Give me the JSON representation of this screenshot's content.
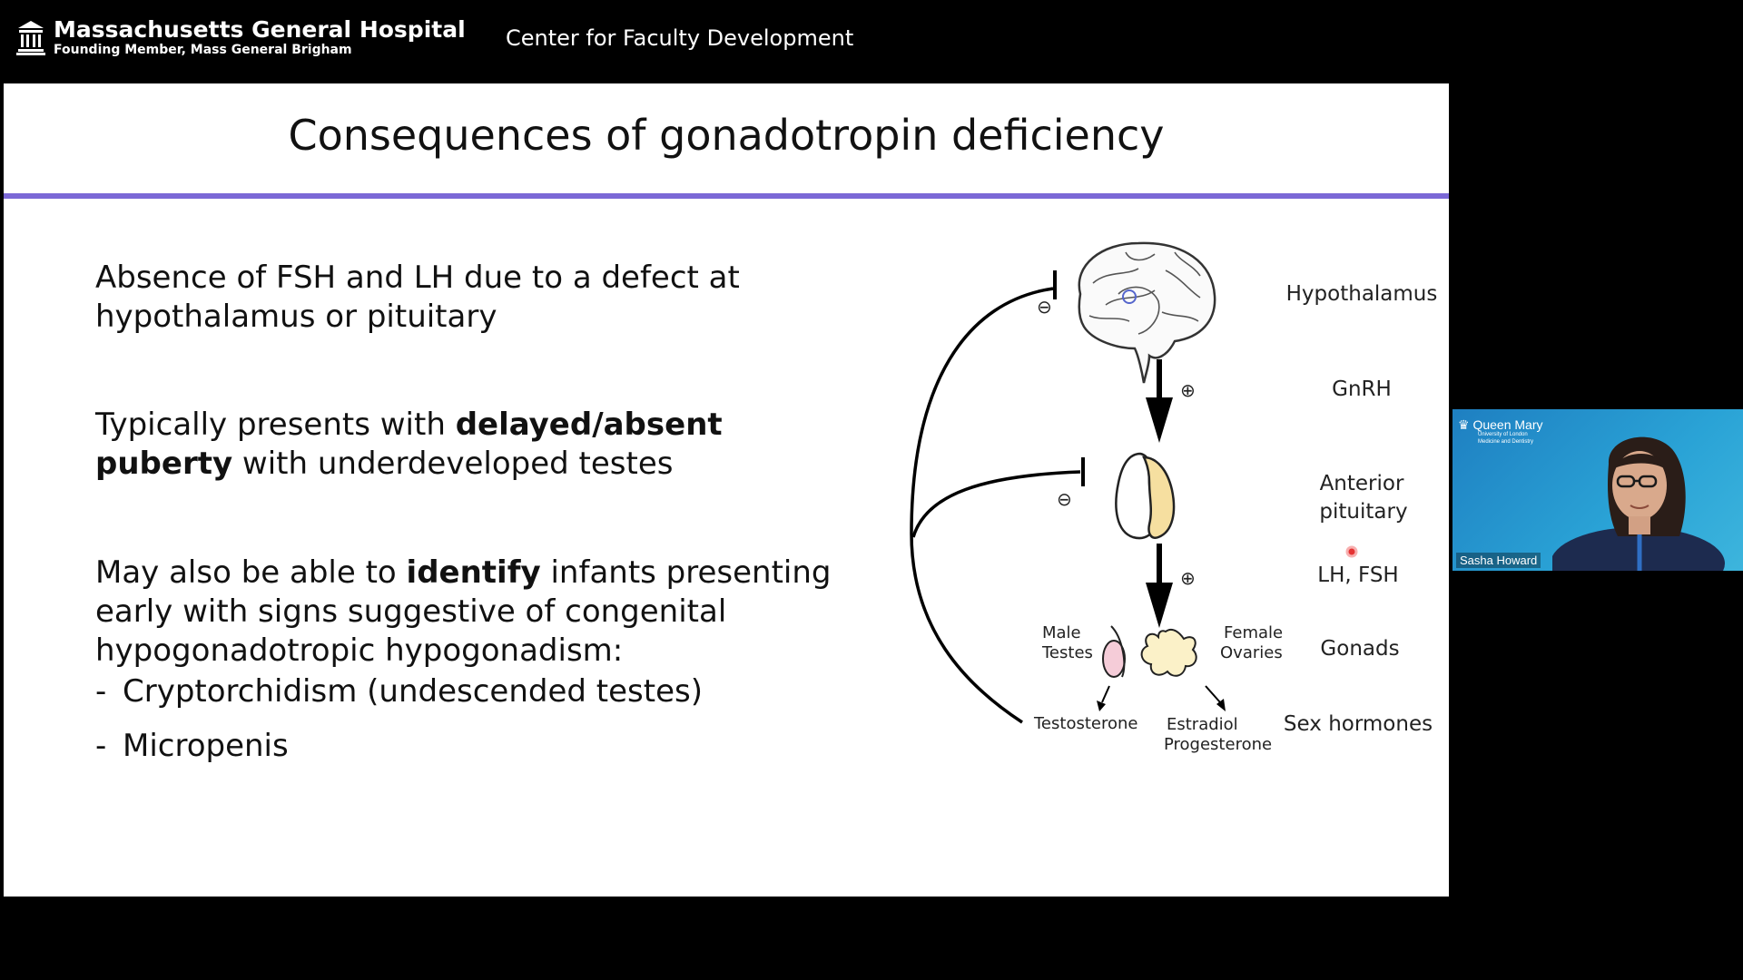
{
  "header": {
    "brand_name": "Massachusetts General Hospital",
    "brand_sub": "Founding Member, Mass General Brigham",
    "center_name": "Center for Faculty Development"
  },
  "slide": {
    "title": "Consequences of gonadotropin deficiency",
    "accent_color": "#7b68d6",
    "p1": "Absence of FSH and LH due to a defect at hypothalamus or pituitary",
    "p2_prefix": "Typically presents with ",
    "p2_bold": "delayed/absent puberty",
    "p2_suffix": " with underdeveloped testes",
    "p3_prefix": "May also be able to ",
    "p3_bold": "identify",
    "p3_suffix": " infants presenting early with signs suggestive of congenital hypogonadotropic hypogonadism:",
    "dash_items": [
      "Cryptorchidism (undescended testes)",
      "Micropenis"
    ]
  },
  "diagram": {
    "levels": [
      "Hypothalamus",
      "GnRH",
      "Anterior",
      "pituitary",
      "LH, FSH",
      "Gonads",
      "Sex hormones"
    ],
    "male_label": [
      "Male",
      "Testes"
    ],
    "female_label": [
      "Female",
      "Ovaries"
    ],
    "testosterone": "Testosterone",
    "estradiol": "Estradiol",
    "progesterone": "Progesterone",
    "plus_symbol": "⊕",
    "minus_symbol": "⊖"
  },
  "webcam": {
    "logo_main": "Queen Mary",
    "logo_sub1": "University of London",
    "logo_sub2": "Medicine and Dentistry",
    "participant_name": "Sasha Howard"
  }
}
